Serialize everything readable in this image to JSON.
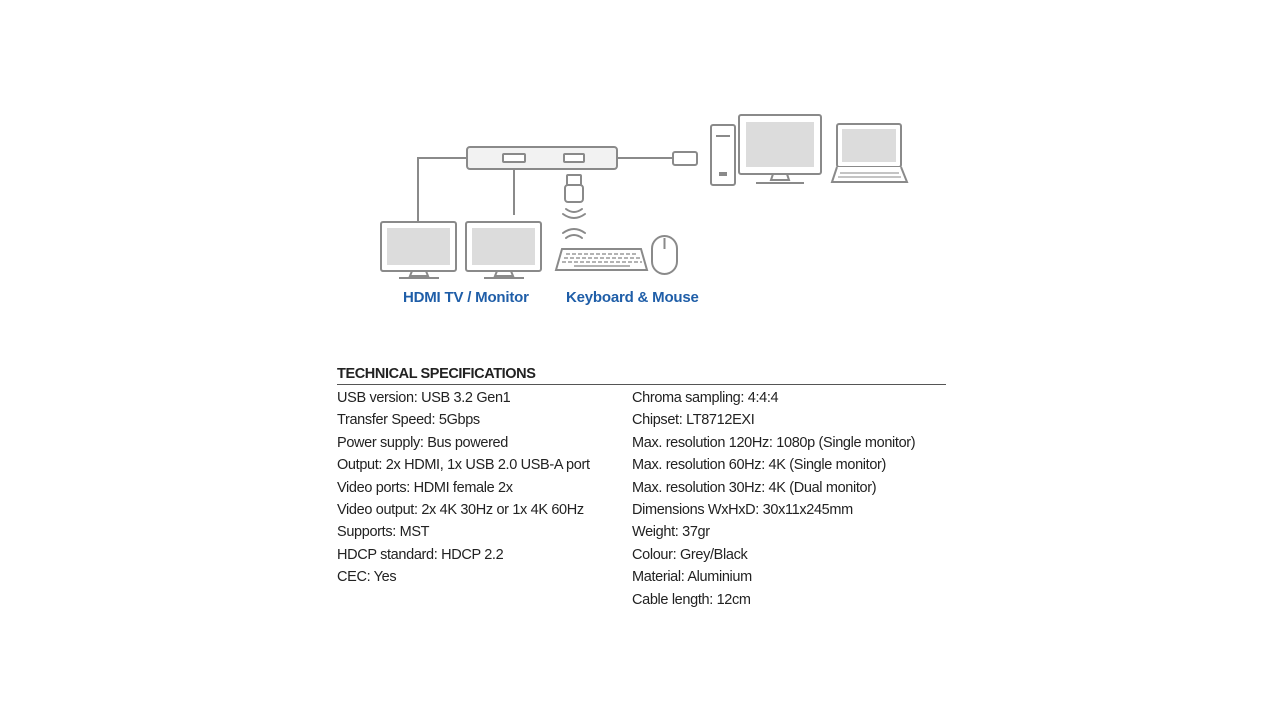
{
  "labels": {
    "hdmi_monitor": "HDMI TV / Monitor",
    "keyboard_mouse": "Keyboard & Mouse"
  },
  "colors": {
    "label_blue": "#1f5ea8",
    "device_stroke": "#8a8a8a",
    "screen_fill": "#dcdcdc"
  },
  "specs": {
    "title": "TECHNICAL SPECIFICATIONS",
    "left": [
      "USB version: USB 3.2 Gen1",
      "Transfer Speed: 5Gbps",
      "Power supply: Bus powered",
      "Output: 2x HDMI, 1x USB 2.0 USB-A port",
      "Video ports: HDMI female 2x",
      "Video output: 2x 4K 30Hz or 1x 4K 60Hz",
      "Supports: MST",
      "HDCP standard: HDCP 2.2",
      "CEC: Yes"
    ],
    "right": [
      "Chroma sampling: 4:4:4",
      "Chipset: LT8712EXI",
      "Max. resolution 120Hz: 1080p (Single monitor)",
      "Max. resolution 60Hz: 4K (Single monitor)",
      "Max. resolution 30Hz: 4K (Dual monitor)",
      "Dimensions WxHxD: 30x11x245mm",
      "Weight: 37gr",
      "Colour: Grey/Black",
      "Material: Aluminium",
      "Cable length: 12cm"
    ]
  }
}
